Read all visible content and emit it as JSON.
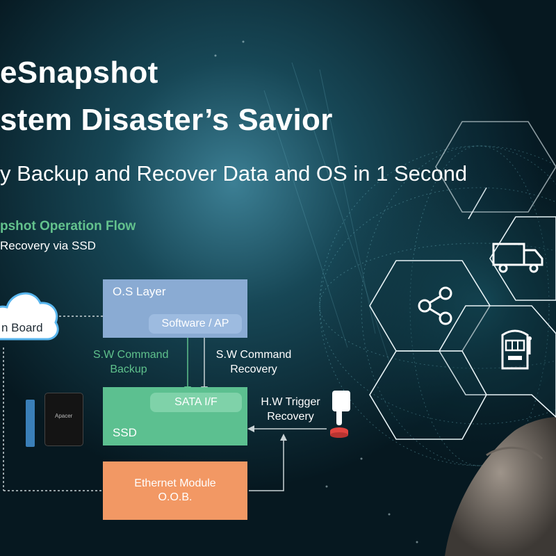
{
  "header": {
    "title_line1": "eSnapshot",
    "title_line2": "stem Disaster’s Savior",
    "subtitle": "y Backup and Recover Data and OS in 1 Second"
  },
  "flow": {
    "title": "pshot Operation Flow",
    "subtitle": "Recovery via SSD"
  },
  "diagram": {
    "cloud_label": "n Board",
    "os_layer": {
      "label": "O.S Layer",
      "inner": "Software / AP"
    },
    "sw_backup": {
      "line1": "S.W Command",
      "line2": "Backup"
    },
    "sw_recovery": {
      "line1": "S.W Command",
      "line2": "Recovery"
    },
    "ssd": {
      "label": "SSD",
      "inner": "SATA I/F"
    },
    "hw_trigger": {
      "line1": "H.W Trigger",
      "line2": "Recovery"
    },
    "ethernet": {
      "line1": "Ethernet Module",
      "line2": "O.O.B."
    },
    "ssd_product_brand": "Apacer"
  },
  "colors": {
    "os_layer": "#8aabd3",
    "ssd": "#5cc090",
    "ethernet": "#f29864",
    "accent_green": "#5fc18c",
    "cloud_outline": "#59b6ee"
  },
  "icons": [
    "truck-icon",
    "share-icon",
    "slot-machine-icon",
    "press-button-icon",
    "cloud-icon",
    "ssd-product-image"
  ]
}
